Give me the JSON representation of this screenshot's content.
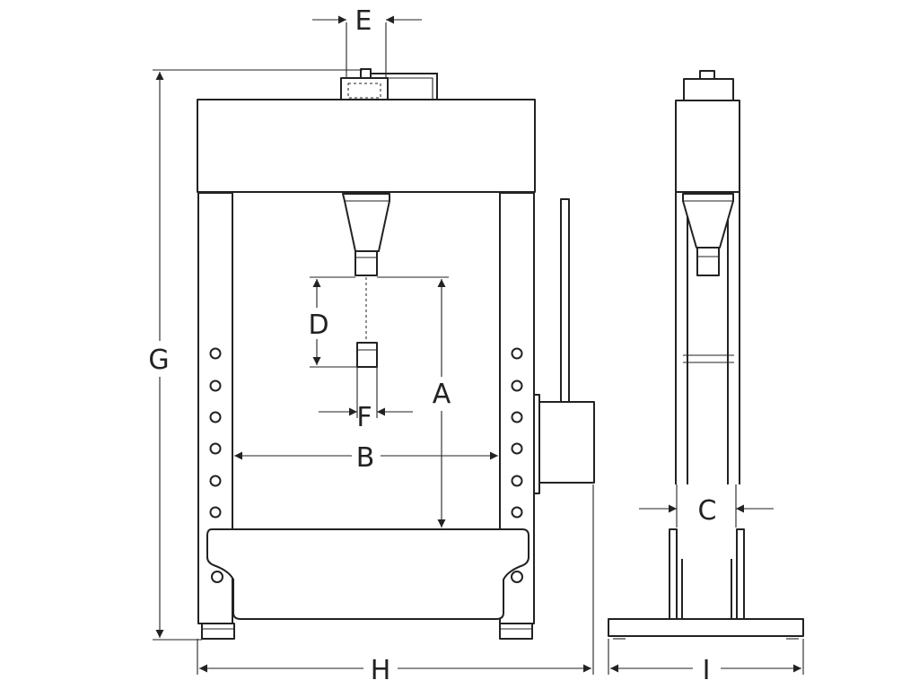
{
  "colors": {
    "line": "#222222",
    "background": "#ffffff"
  },
  "labels": {
    "A": "A",
    "B": "B",
    "C": "C",
    "D": "D",
    "E": "E",
    "F": "F",
    "G": "G",
    "H": "H",
    "I": "I"
  }
}
